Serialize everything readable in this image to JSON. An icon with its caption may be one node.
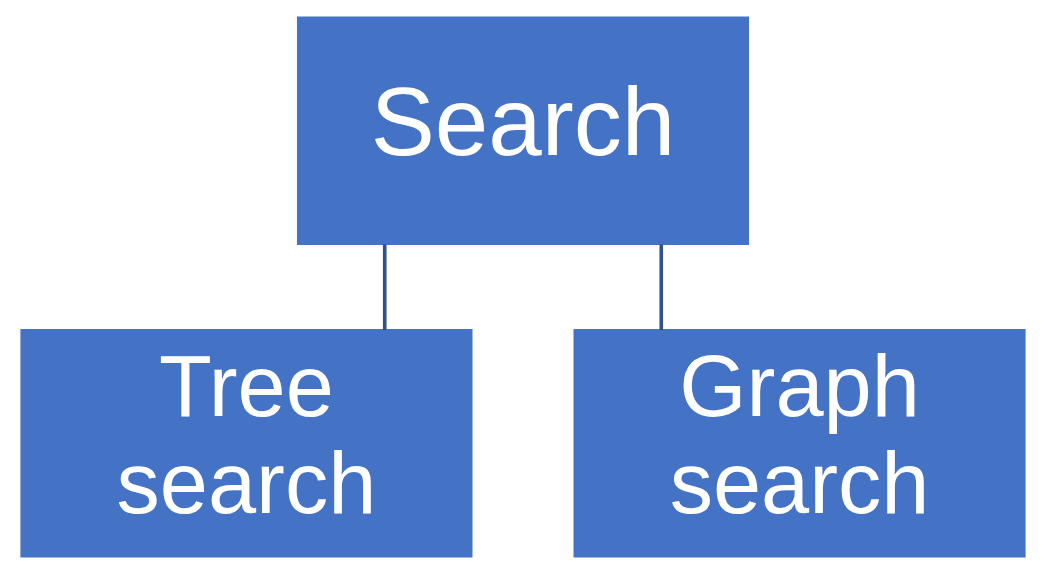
{
  "diagram": {
    "nodes": [
      {
        "text": [
          "Search"
        ]
      },
      {
        "text": [
          "Tree search"
        ]
      },
      {
        "text": [
          "Graph search"
        ]
      }
    ],
    "edges": [
      {
        "from": 0,
        "to": 1,
        "arrow": "none"
      },
      {
        "from": 0,
        "to": 2,
        "arrow": "none"
      }
    ]
  }
}
